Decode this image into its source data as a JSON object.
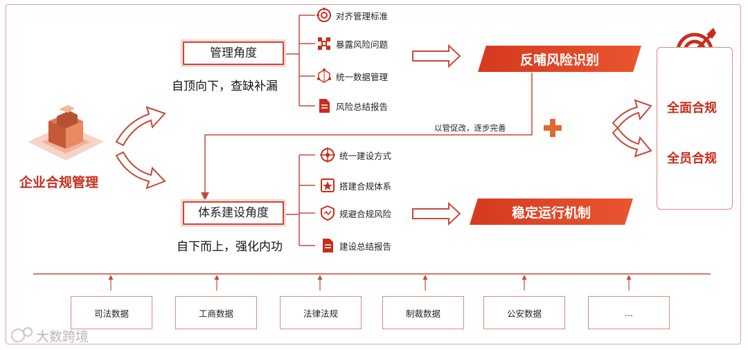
{
  "main": {
    "label": "企业合规管理"
  },
  "mgmt": {
    "title": "管理角度",
    "subtitle": "自顶向下，查缺补漏",
    "items": [
      {
        "label": "对齐管理标准",
        "icon": "target-gear-icon"
      },
      {
        "label": "暴露风险问题",
        "icon": "network-node-icon"
      },
      {
        "label": "统一数据管理",
        "icon": "data-network-icon"
      },
      {
        "label": "风险总结报告",
        "icon": "report-document-icon"
      }
    ],
    "banner": "反哺风险识别"
  },
  "system": {
    "title": "体系建设角度",
    "subtitle": "自下而上，强化内功",
    "items": [
      {
        "label": "统一建设方式",
        "icon": "crosshair-icon"
      },
      {
        "label": "搭建合规体系",
        "icon": "star-frame-icon"
      },
      {
        "label": "规避合规风险",
        "icon": "shield-icon"
      },
      {
        "label": "建设总结报告",
        "icon": "report-document-icon"
      }
    ],
    "banner": "稳定运行机制"
  },
  "feedback_text": "以管促改，逐步完善",
  "results": [
    "全面合规",
    "全员合规"
  ],
  "sources": [
    "司法数据",
    "工商数据",
    "法律法规",
    "制裁数据",
    "公安数据",
    "..."
  ],
  "watermark": "大数跨境",
  "colors": {
    "accent": "#d6391f",
    "accent_dark": "#c72d1c",
    "light": "#f5d9d4"
  }
}
